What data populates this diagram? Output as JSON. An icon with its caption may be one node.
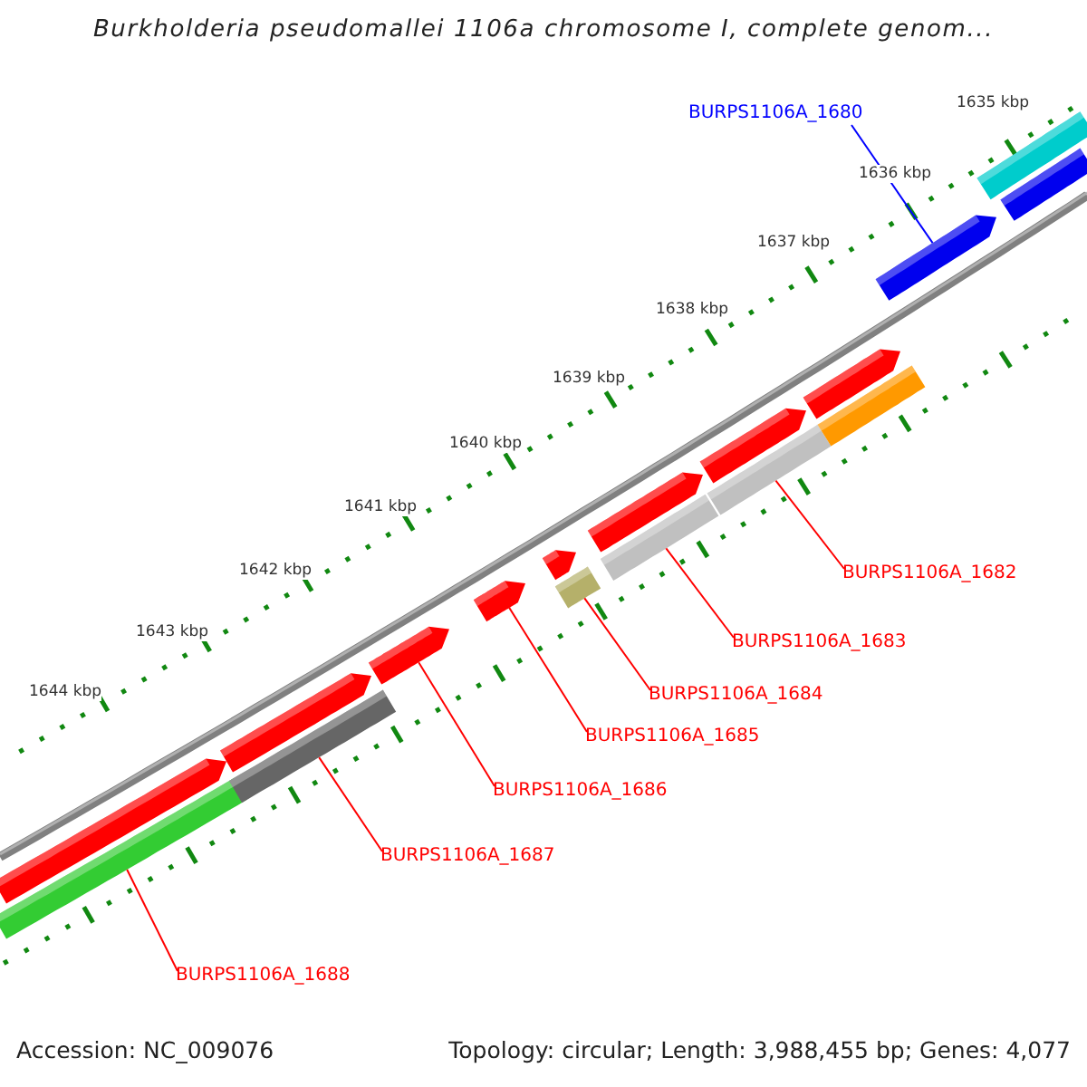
{
  "diagram": {
    "title": "Burkholderia pseudomallei 1106a chromosome I, complete genom...",
    "nodes": [
      {
        "text": [
          "BURPS1106A_1680"
        ]
      },
      {
        "text": [
          "BURPS1106A_1682"
        ]
      },
      {
        "text": [
          "BURPS1106A_1683"
        ]
      },
      {
        "text": [
          "BURPS1106A_1684"
        ]
      },
      {
        "text": [
          "BURPS1106A_1685"
        ]
      },
      {
        "text": [
          "BURPS1106A_1686"
        ]
      },
      {
        "text": [
          "BURPS1106A_1687"
        ]
      },
      {
        "text": [
          "BURPS1106A_1688"
        ]
      },
      {
        "text": [],
        "shape": "bar"
      },
      {
        "text": [],
        "shape": "arrow"
      },
      {
        "text": [],
        "shape": "bar"
      },
      {
        "text": [],
        "shape": "arrow"
      },
      {
        "text": [],
        "shape": "arrow"
      },
      {
        "text": [],
        "shape": "arrow"
      },
      {
        "text": [],
        "shape": "arrow"
      },
      {
        "text": [],
        "shape": "bar"
      },
      {
        "text": [],
        "shape": "arrow"
      },
      {
        "text": [],
        "shape": "bar"
      },
      {
        "text": [],
        "shape": "arrow"
      },
      {
        "text": [],
        "shape": "bar"
      },
      {
        "text": [],
        "shape": "arrow"
      },
      {
        "text": [],
        "shape": "bar"
      },
      {
        "text": [],
        "shape": "arrow"
      },
      {
        "text": [],
        "shape": "bar"
      },
      {
        "text": [],
        "shape": "bar"
      }
    ],
    "edges": [
      {
        "from": 0,
        "to": 22,
        "arrow": "none",
        "color": "#0000ff"
      },
      {
        "from": 1,
        "to": 19,
        "arrow": "none"
      },
      {
        "from": 2,
        "to": 17,
        "arrow": "none"
      },
      {
        "from": 3,
        "to": 15,
        "arrow": "none"
      },
      {
        "from": 4,
        "to": 13,
        "arrow": "none"
      },
      {
        "from": 5,
        "to": 12,
        "arrow": "none"
      },
      {
        "from": 6,
        "to": 10,
        "arrow": "none"
      },
      {
        "from": 7,
        "to": 8,
        "arrow": "none"
      }
    ],
    "labels": [
      "1635 kbp",
      "1636 kbp",
      "1637 kbp",
      "1638 kbp",
      "1639 kbp",
      "1640 kbp",
      "1641 kbp",
      "1642 kbp",
      "1643 kbp",
      "1644 kbp",
      "Accession: NC_009076",
      "Topology: circular; Length: 3,988,455 bp; Genes: 4,077"
    ]
  }
}
